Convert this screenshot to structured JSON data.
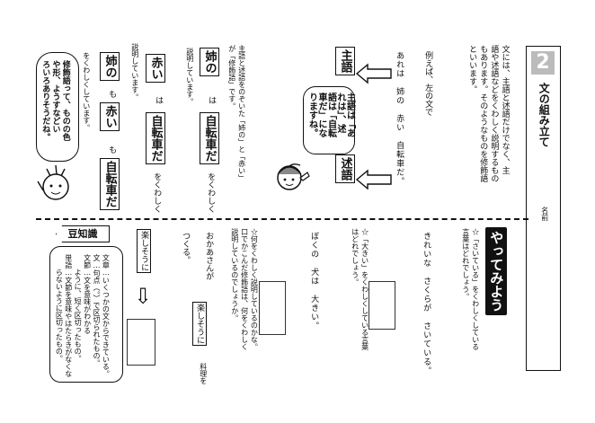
{
  "title": "文の組み立て",
  "lesson_number": "2",
  "name_label": "名前",
  "intro": [
    "文には、主語と述語だけでなく、主",
    "語や述語などをくわしく説明するもの",
    "もあります。そのようなものを修飾語",
    "といいます。"
  ],
  "example_intro": "例えば、左の文で",
  "example_sentence": "あれは　姉の　赤い　自転車だ。",
  "subject_label": "主語",
  "predicate_label": "述語",
  "teacher_bubble": [
    "主語は「あ",
    "れは」、述",
    "語は「自転",
    "車だ」にな",
    "りますね。"
  ],
  "explain_lines": [
    "主語と述語をのぞいた「姉の」と「赤い」",
    "が「修飾語」です。"
  ],
  "block1": {
    "boxed": "姉の",
    "particle": "は",
    "boxed2": "自転車だ",
    "tail": "をくわしく",
    "desc": "説明しています。"
  },
  "block2": {
    "boxed": "赤い",
    "particle": "は",
    "boxed2": "自転車だ",
    "tail": "をくわしく",
    "desc": "説明しています。"
  },
  "block3": {
    "boxed1": "姉の",
    "p1": "も",
    "boxed2": "赤い",
    "p2": "も",
    "boxed3": "自転車だ",
    "desc": "をくわしくしています。"
  },
  "child_bubble": [
    "修飾語って、ものの色",
    "や形、ようすなどい",
    "ろいろありそうだね。"
  ],
  "yattemiyou": "やってみよう",
  "q1": {
    "text": [
      "「さいている」をくわしくしている",
      "言葉はどれでしょう。"
    ],
    "sentence": "きれいな　さくらが　さいている。"
  },
  "q2": {
    "text": [
      "「大きい」をくわしくしている言葉",
      "はどれでしょう。"
    ],
    "sentence": "ぼくの　犬は　大きい。"
  },
  "q3": {
    "text": [
      "何をくわしく説明しているのかな。",
      "口でかこんだ修飾語は、何をくわしく",
      "説明しているのでしょうか。"
    ],
    "sentence_a": "おかあさんが",
    "sentence_boxed": "楽しそうに",
    "sentence_b": "料理を",
    "sentence_c": "つくる。"
  },
  "mame_title": "豆知識",
  "mame_text": [
    "文章…いくつかの文からできている。",
    "文…句点（。）で区切られたもの。",
    "文節…文を意味がわかる",
    "　　ように、短く区切ったもの。",
    "単語…文節を意味やはたらきがなくな",
    "　　らないように区切ったもの。"
  ],
  "bottom_boxed": "楽しそうに",
  "star": "☆",
  "arrow_down": "⇩"
}
